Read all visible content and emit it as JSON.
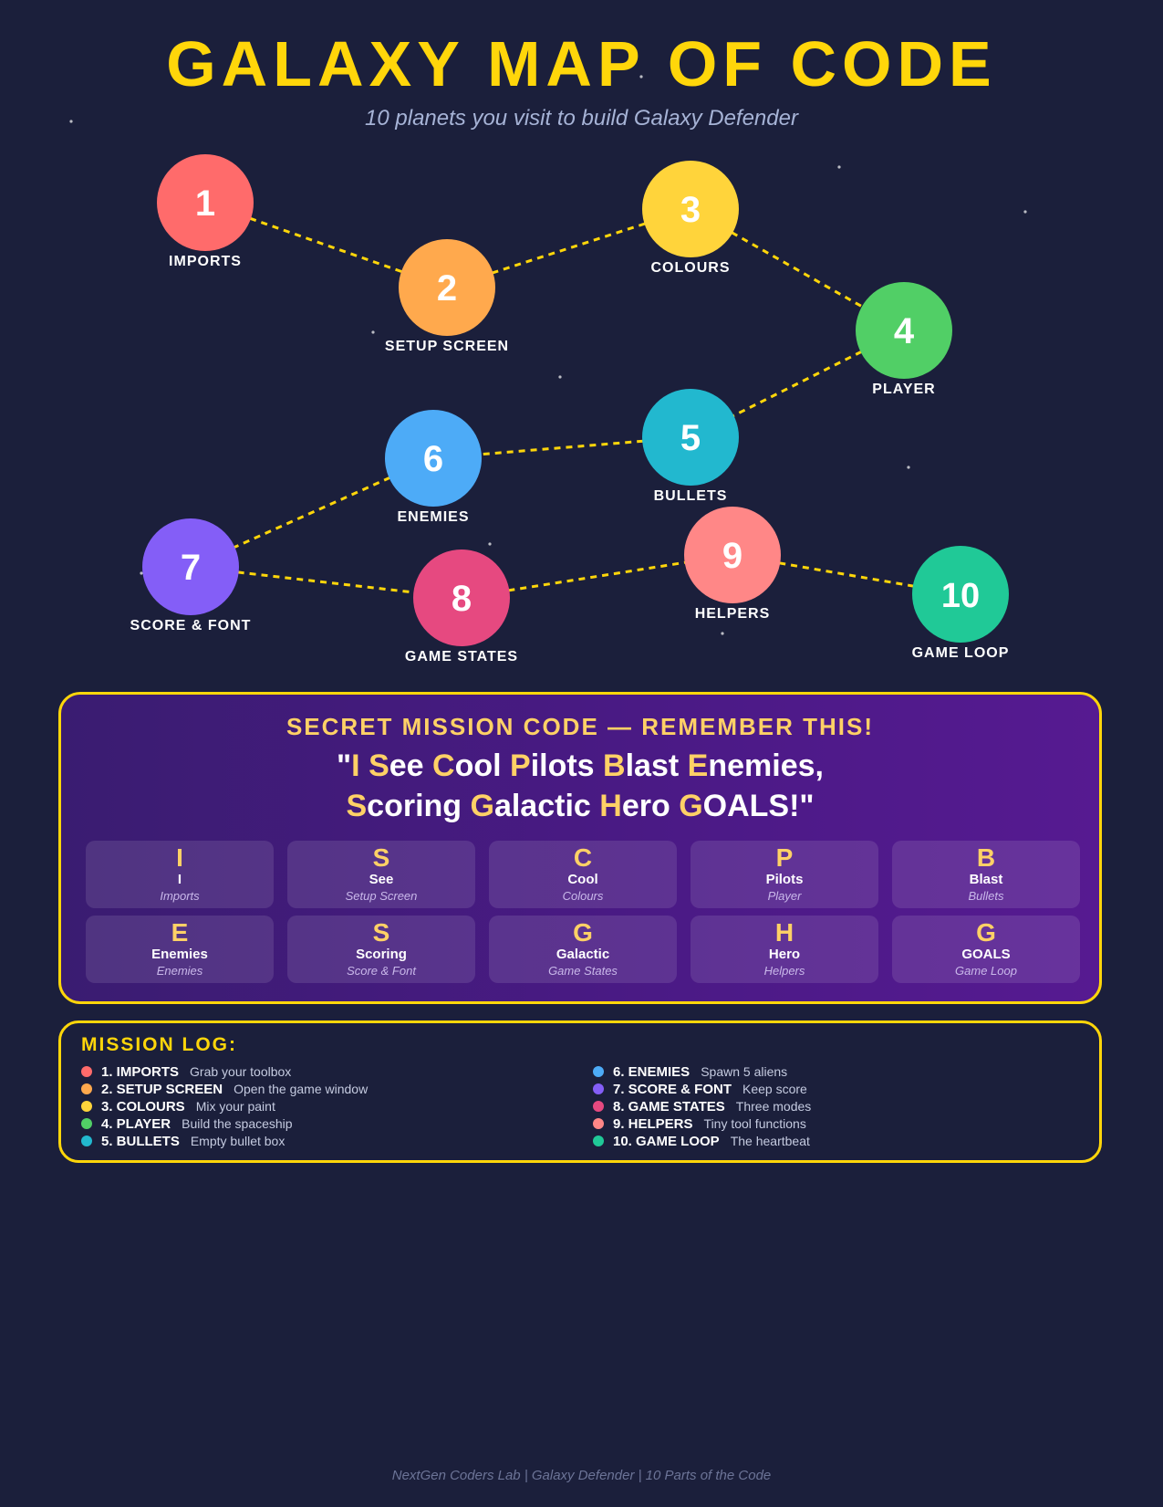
{
  "title": "GALAXY MAP OF CODE",
  "subtitle": "10 planets you visit to build Galaxy Defender",
  "planets": [
    {
      "num": "1",
      "label": "IMPORTS",
      "color": "#ff6b6b"
    },
    {
      "num": "2",
      "label": "SETUP SCREEN",
      "color": "#ffa94d"
    },
    {
      "num": "3",
      "label": "COLOURS",
      "color": "#ffd43b"
    },
    {
      "num": "4",
      "label": "PLAYER",
      "color": "#51cf66"
    },
    {
      "num": "5",
      "label": "BULLETS",
      "color": "#22b8cf"
    },
    {
      "num": "6",
      "label": "ENEMIES",
      "color": "#4dabf7"
    },
    {
      "num": "7",
      "label": "SCORE & FONT",
      "color": "#845ef7"
    },
    {
      "num": "8",
      "label": "GAME STATES",
      "color": "#e64980"
    },
    {
      "num": "9",
      "label": "HELPERS",
      "color": "#ff8787"
    },
    {
      "num": "10",
      "label": "GAME LOOP",
      "color": "#20c997"
    }
  ],
  "path_color": "#ffd60a",
  "mission": {
    "heading": "SECRET MISSION CODE — REMEMBER THIS!",
    "line1": [
      {
        "hl": "I",
        "rest": " "
      },
      {
        "hl": "S",
        "rest": "ee "
      },
      {
        "hl": "C",
        "rest": "ool "
      },
      {
        "hl": "P",
        "rest": "ilots "
      },
      {
        "hl": "B",
        "rest": "last "
      },
      {
        "hl": "E",
        "rest": "nemies,"
      }
    ],
    "line2": [
      {
        "hl": "S",
        "rest": "coring "
      },
      {
        "hl": "G",
        "rest": "alactic "
      },
      {
        "hl": "H",
        "rest": "ero "
      },
      {
        "hl": "G",
        "rest": "OALS!\""
      }
    ],
    "open_quote": "\"",
    "cells": [
      {
        "letter": "I",
        "word": "I",
        "part": "Imports"
      },
      {
        "letter": "S",
        "word": "See",
        "part": "Setup Screen"
      },
      {
        "letter": "C",
        "word": "Cool",
        "part": "Colours"
      },
      {
        "letter": "P",
        "word": "Pilots",
        "part": "Player"
      },
      {
        "letter": "B",
        "word": "Blast",
        "part": "Bullets"
      },
      {
        "letter": "E",
        "word": "Enemies",
        "part": "Enemies"
      },
      {
        "letter": "S",
        "word": "Scoring",
        "part": "Score & Font"
      },
      {
        "letter": "G",
        "word": "Galactic",
        "part": "Game States"
      },
      {
        "letter": "H",
        "word": "Hero",
        "part": "Helpers"
      },
      {
        "letter": "G",
        "word": "GOALS",
        "part": "Game Loop"
      }
    ]
  },
  "log": {
    "title": "MISSION LOG:",
    "items": [
      {
        "name": "1. IMPORTS",
        "desc": "Grab your toolbox",
        "color": "#ff6b6b"
      },
      {
        "name": "2. SETUP SCREEN",
        "desc": "Open the game window",
        "color": "#ffa94d"
      },
      {
        "name": "3. COLOURS",
        "desc": "Mix your paint",
        "color": "#ffd43b"
      },
      {
        "name": "4. PLAYER",
        "desc": "Build the spaceship",
        "color": "#51cf66"
      },
      {
        "name": "5. BULLETS",
        "desc": "Empty bullet box",
        "color": "#22b8cf"
      },
      {
        "name": "6. ENEMIES",
        "desc": "Spawn 5 aliens",
        "color": "#4dabf7"
      },
      {
        "name": "7. SCORE & FONT",
        "desc": "Keep score",
        "color": "#845ef7"
      },
      {
        "name": "8. GAME STATES",
        "desc": "Three modes",
        "color": "#e64980"
      },
      {
        "name": "9. HELPERS",
        "desc": "Tiny tool functions",
        "color": "#ff8787"
      },
      {
        "name": "10. GAME LOOP",
        "desc": "The heartbeat",
        "color": "#20c997"
      }
    ]
  },
  "footer": "NextGen Coders Lab | Galaxy Defender | 10 Parts of the Code"
}
